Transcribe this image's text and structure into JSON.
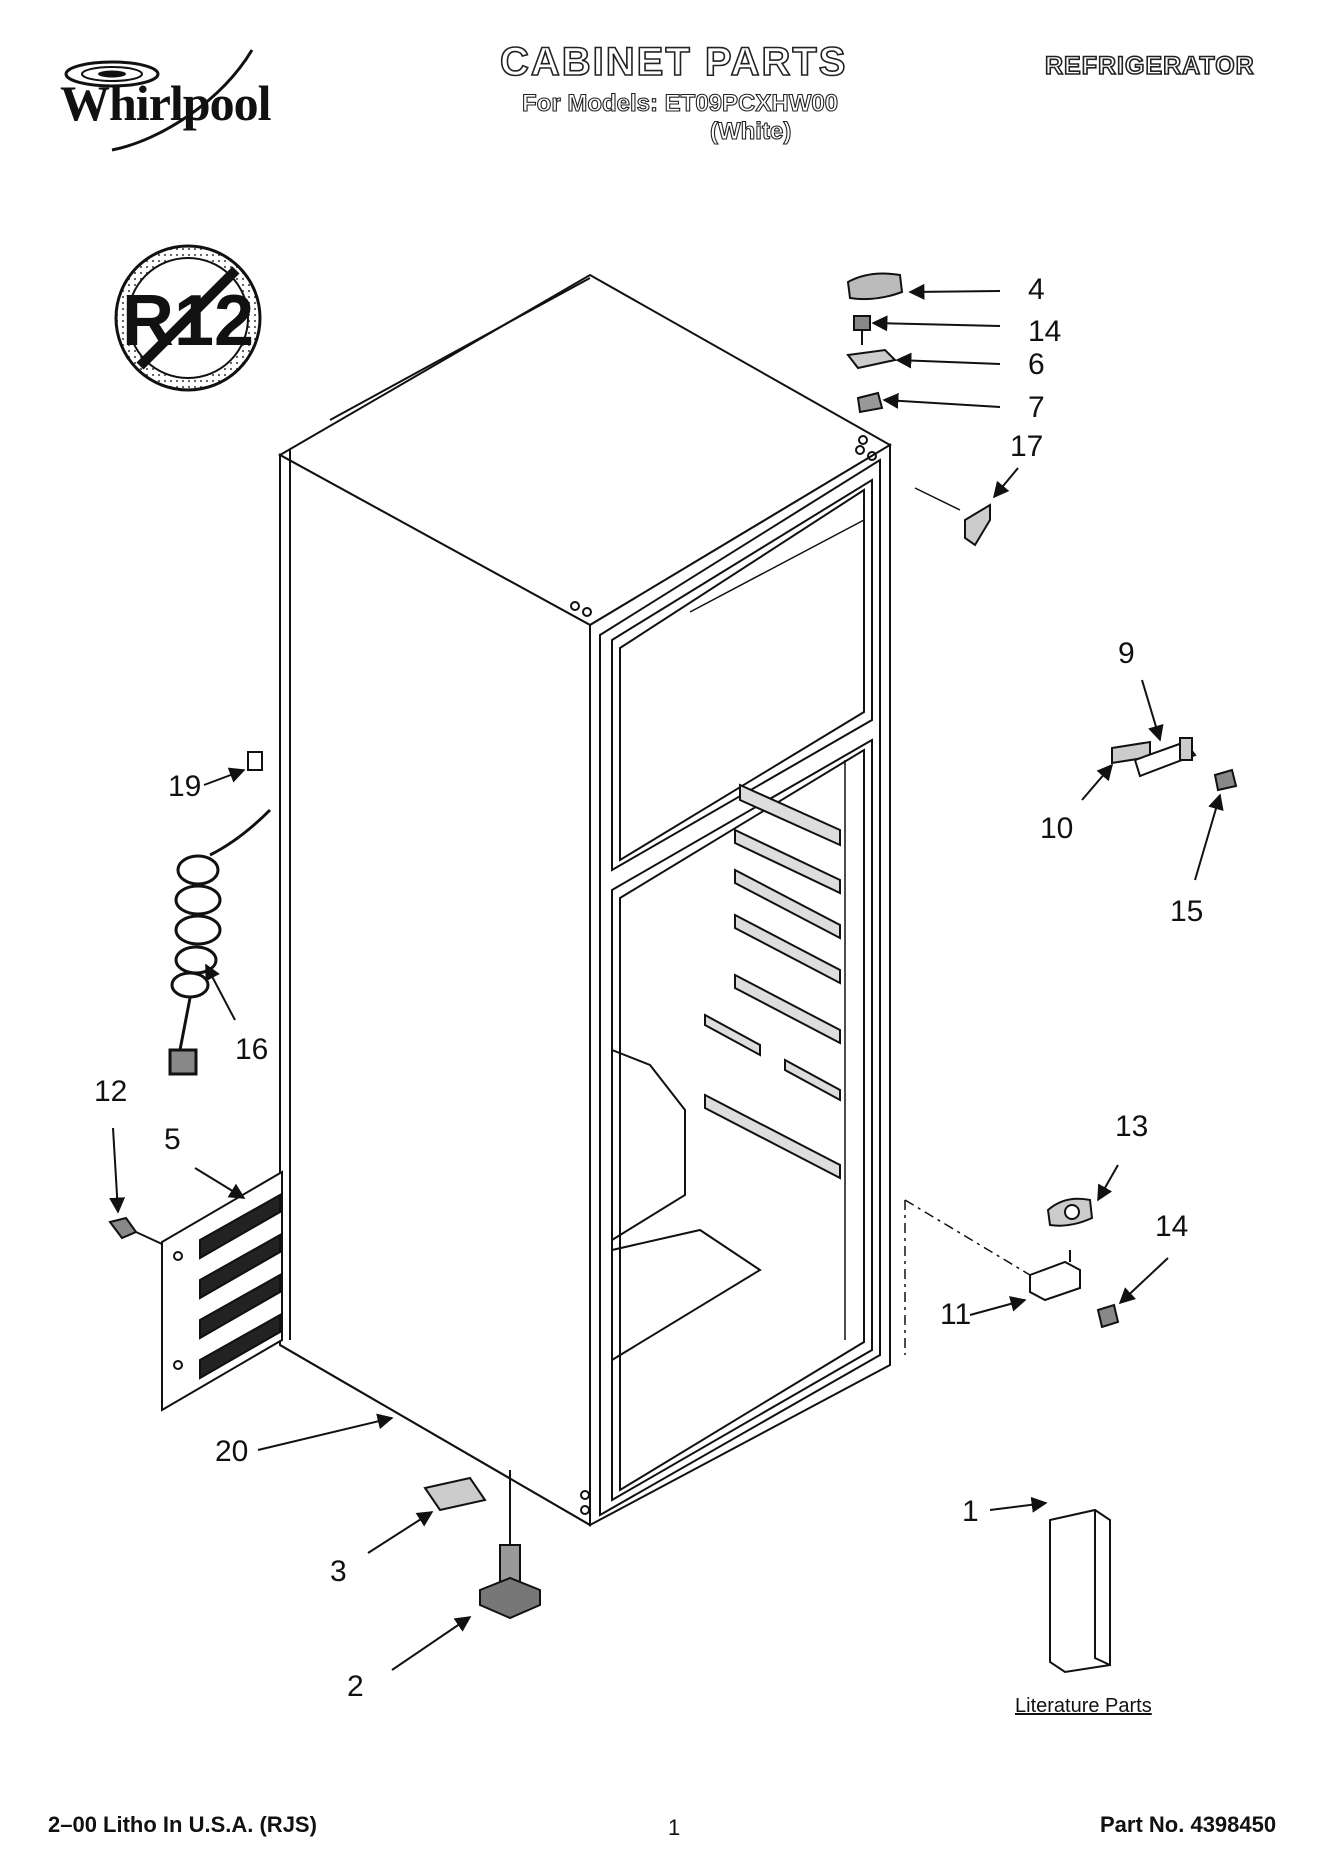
{
  "header": {
    "brand": "Whirlpool",
    "title": "CABINET PARTS",
    "models_line": "For Models: ET09PCXHW00",
    "color_line": "(White)",
    "category": "REFRIGERATOR"
  },
  "badge": {
    "text": "R12"
  },
  "callouts": [
    "4",
    "14",
    "6",
    "7",
    "17",
    "9",
    "10",
    "15",
    "19",
    "16",
    "12",
    "5",
    "13",
    "14",
    "11",
    "20",
    "3",
    "1",
    "2"
  ],
  "literature_label": "Literature Parts",
  "footer": {
    "left": "2–00 Litho In U.S.A. (RJS)",
    "page": "1",
    "right": "Part No. 4398450"
  }
}
